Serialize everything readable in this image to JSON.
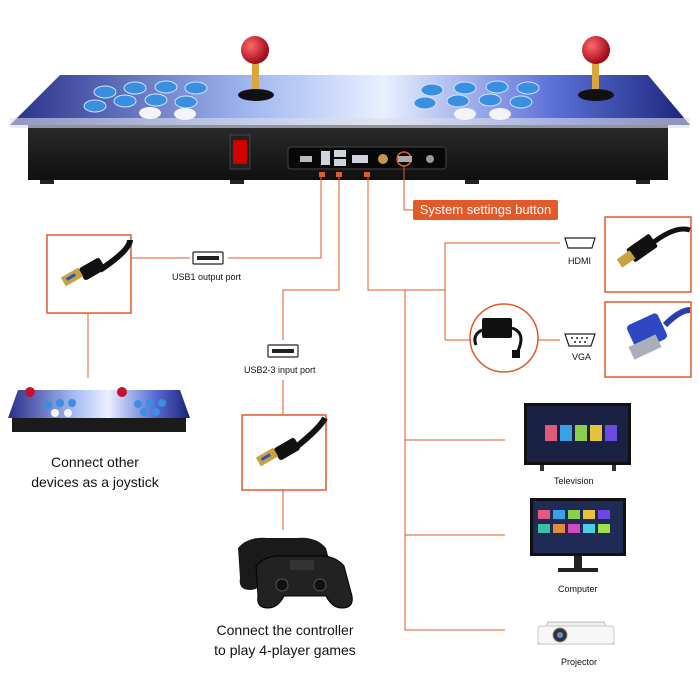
{
  "callouts": {
    "system_settings": "System settings button",
    "usb1": "USB1 output port",
    "usb23": "USB2-3 input port",
    "hdmi": "HDMI",
    "vga": "VGA",
    "television": "Television",
    "computer": "Computer",
    "projector": "Projector",
    "joystick_caption_1": "Connect other",
    "joystick_caption_2": "devices as a joystick",
    "controller_caption_1": "Connect the controller",
    "controller_caption_2": "to play 4-player games"
  },
  "colors": {
    "accent": "#e2592a",
    "console_body": "#1b1b1b",
    "button_blue": "#3a8fe0",
    "ball_red": "#c8102e"
  }
}
